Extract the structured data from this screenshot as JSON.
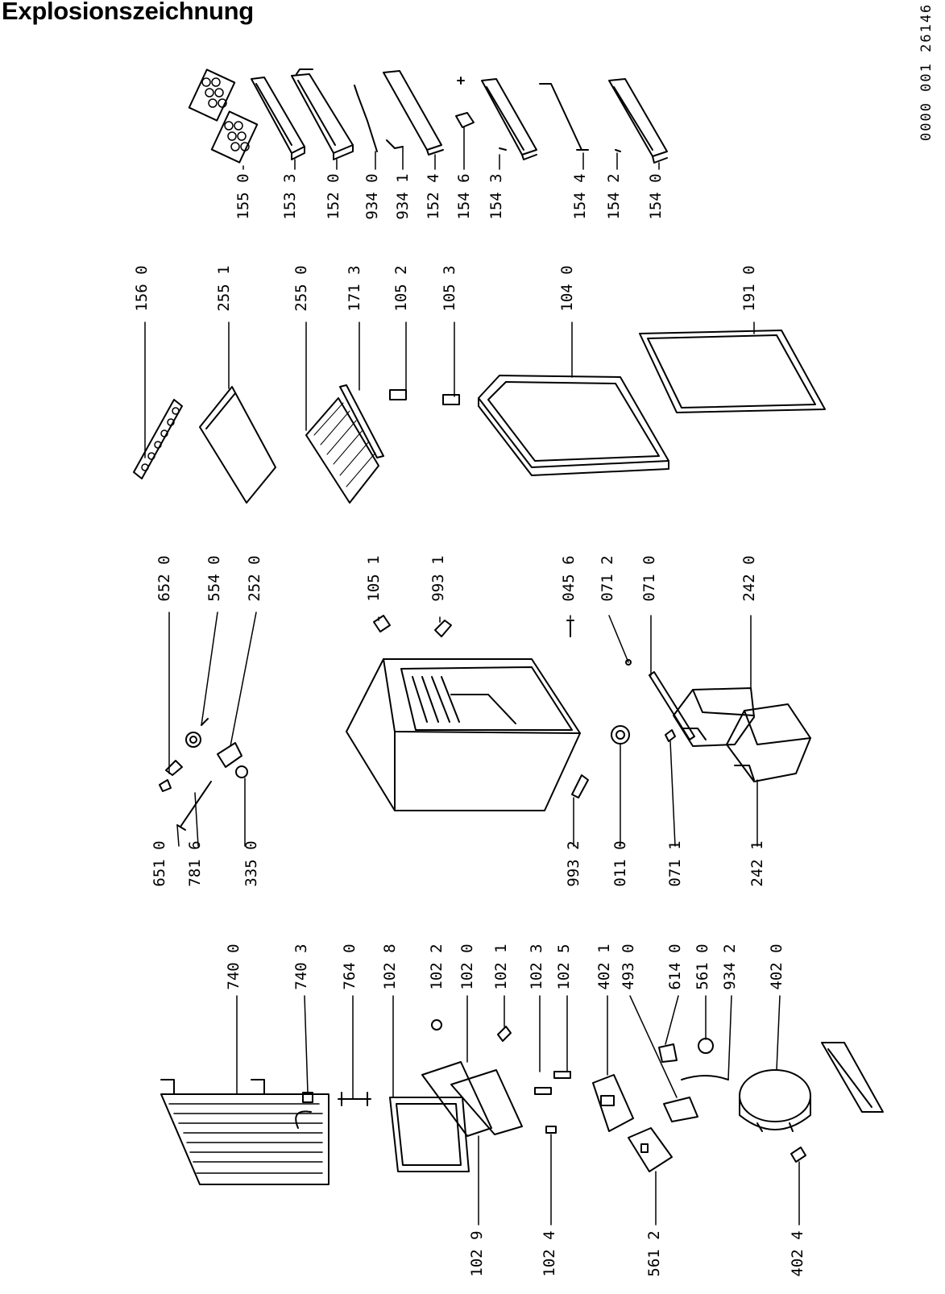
{
  "title": "Explosionszeichnung",
  "document_number": "0000 001 26146",
  "labels": [
    {
      "id": "155-0",
      "text": "155 0"
    },
    {
      "id": "153-3",
      "text": "153 3"
    },
    {
      "id": "152-0",
      "text": "152 0"
    },
    {
      "id": "934-0",
      "text": "934 0"
    },
    {
      "id": "934-1",
      "text": "934 1"
    },
    {
      "id": "152-4",
      "text": "152 4"
    },
    {
      "id": "154-6",
      "text": "154 6"
    },
    {
      "id": "154-3",
      "text": "154 3"
    },
    {
      "id": "154-4",
      "text": "154 4"
    },
    {
      "id": "154-2",
      "text": "154 2"
    },
    {
      "id": "154-0",
      "text": "154 0"
    },
    {
      "id": "156-0",
      "text": "156 0"
    },
    {
      "id": "255-1",
      "text": "255 1"
    },
    {
      "id": "255-0",
      "text": "255 0"
    },
    {
      "id": "171-3",
      "text": "171 3"
    },
    {
      "id": "105-2",
      "text": "105 2"
    },
    {
      "id": "105-3",
      "text": "105 3"
    },
    {
      "id": "104-0",
      "text": "104 0"
    },
    {
      "id": "191-0",
      "text": "191 0"
    },
    {
      "id": "652-0",
      "text": "652 0"
    },
    {
      "id": "554-0",
      "text": "554 0"
    },
    {
      "id": "252-0",
      "text": "252 0"
    },
    {
      "id": "105-1",
      "text": "105 1"
    },
    {
      "id": "993-1",
      "text": "993 1"
    },
    {
      "id": "045-6",
      "text": "045 6"
    },
    {
      "id": "071-2",
      "text": "071 2"
    },
    {
      "id": "071-0",
      "text": "071 0"
    },
    {
      "id": "242-0",
      "text": "242 0"
    },
    {
      "id": "651-0",
      "text": "651 0"
    },
    {
      "id": "781-6",
      "text": "781 6"
    },
    {
      "id": "335-0",
      "text": "335 0"
    },
    {
      "id": "993-2",
      "text": "993 2"
    },
    {
      "id": "011-0",
      "text": "011 0"
    },
    {
      "id": "071-1",
      "text": "071 1"
    },
    {
      "id": "242-1",
      "text": "242 1"
    },
    {
      "id": "740-0",
      "text": "740 0"
    },
    {
      "id": "740-3",
      "text": "740 3"
    },
    {
      "id": "764-0",
      "text": "764 0"
    },
    {
      "id": "102-8",
      "text": "102 8"
    },
    {
      "id": "102-2",
      "text": "102 2"
    },
    {
      "id": "102-0",
      "text": "102 0"
    },
    {
      "id": "102-1",
      "text": "102 1"
    },
    {
      "id": "102-3",
      "text": "102 3"
    },
    {
      "id": "102-5",
      "text": "102 5"
    },
    {
      "id": "402-1",
      "text": "402 1"
    },
    {
      "id": "493-0",
      "text": "493 0"
    },
    {
      "id": "614-0",
      "text": "614 0"
    },
    {
      "id": "561-0",
      "text": "561 0"
    },
    {
      "id": "934-2",
      "text": "934 2"
    },
    {
      "id": "402-0",
      "text": "402 0"
    },
    {
      "id": "102-9",
      "text": "102 9"
    },
    {
      "id": "102-4",
      "text": "102 4"
    },
    {
      "id": "561-2",
      "text": "561 2"
    },
    {
      "id": "402-4",
      "text": "402 4"
    }
  ]
}
